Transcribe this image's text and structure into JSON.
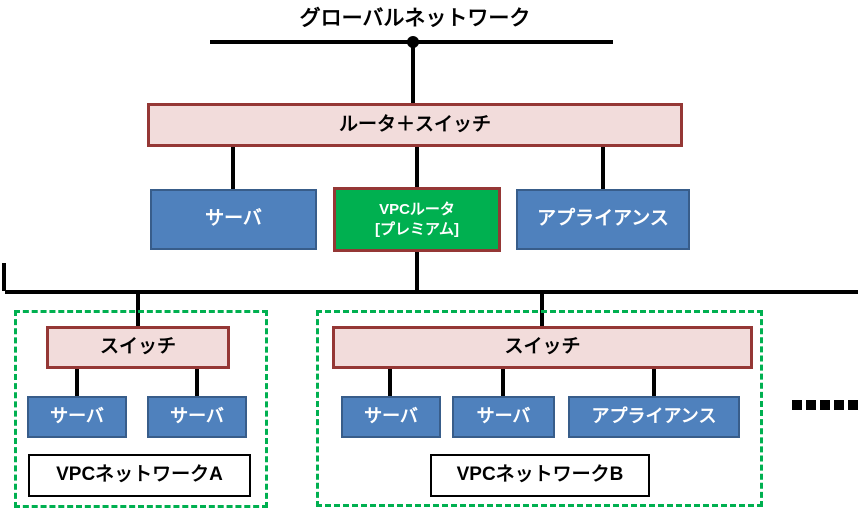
{
  "diagram": {
    "title": "グローバルネットワーク",
    "nodes": {
      "router_switch": "ルータ＋スイッチ",
      "server": "サーバ",
      "vpc_router_line1": "VPCルータ",
      "vpc_router_line2": "[プレミアム]",
      "appliance": "アプライアンス",
      "switch": "スイッチ"
    },
    "groups": {
      "vpc_a_label": "VPCネットワークA",
      "vpc_b_label": "VPCネットワークB"
    },
    "continuation_marker": ".....",
    "colors": {
      "pink_fill": "#F2DCDB",
      "dark_red_border": "#953735",
      "blue_fill": "#4F81BD",
      "blue_border": "#385D8A",
      "green_fill": "#00B050",
      "group_dashed_green": "#00B050",
      "line_black": "#000000"
    }
  }
}
